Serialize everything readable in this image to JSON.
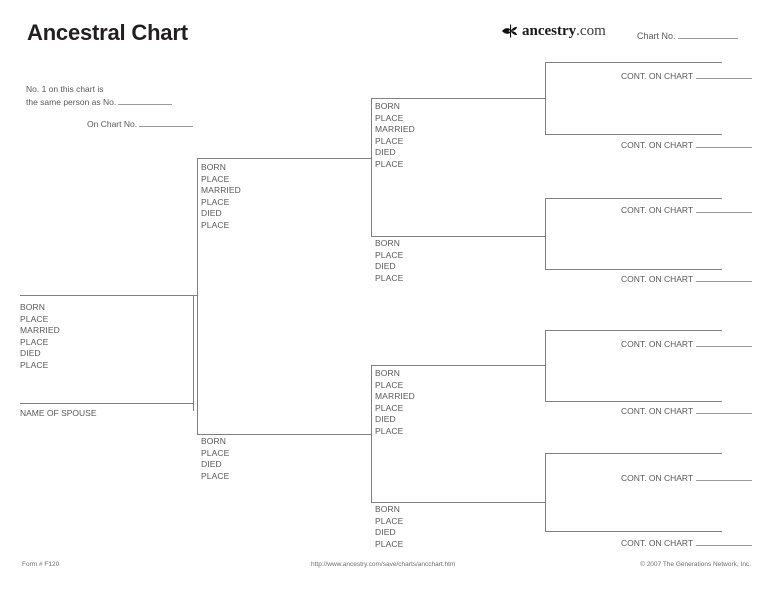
{
  "page": {
    "title": "Ancestral Chart"
  },
  "logo": {
    "icon": "ancestry-leaf-icon",
    "bold_part": "ancestry",
    "light_part": ".com"
  },
  "header": {
    "chart_no_label": "Chart No."
  },
  "note": {
    "line1": "No. 1 on this chart is",
    "line2": "the same person as No.",
    "line3": "On Chart No."
  },
  "fields": {
    "full": [
      "BORN",
      "PLACE",
      "MARRIED",
      "PLACE",
      "DIED",
      "PLACE"
    ],
    "short": [
      "BORN",
      "PLACE",
      "DIED",
      "PLACE"
    ],
    "born": "BORN",
    "place": "PLACE",
    "married": "MARRIED",
    "died": "DIED",
    "spouse": "NAME OF SPOUSE"
  },
  "cont_label": "CONT. ON CHART",
  "persons": {
    "root": {
      "id": "1",
      "fields": [
        "BORN",
        "PLACE",
        "MARRIED",
        "PLACE",
        "DIED",
        "PLACE"
      ],
      "spouse_label": "NAME OF SPOUSE"
    },
    "gen2": [
      {
        "id": "2",
        "role": "father",
        "fields": [
          "BORN",
          "PLACE",
          "MARRIED",
          "PLACE",
          "DIED",
          "PLACE"
        ]
      },
      {
        "id": "3",
        "role": "mother",
        "fields": [
          "BORN",
          "PLACE",
          "DIED",
          "PLACE"
        ]
      }
    ],
    "gen3": [
      {
        "id": "4",
        "role": "grandfather",
        "fields": [
          "BORN",
          "PLACE",
          "MARRIED",
          "PLACE",
          "DIED",
          "PLACE"
        ]
      },
      {
        "id": "5",
        "role": "grandmother",
        "fields": [
          "BORN",
          "PLACE",
          "DIED",
          "PLACE"
        ]
      },
      {
        "id": "6",
        "role": "grandfather",
        "fields": [
          "BORN",
          "PLACE",
          "MARRIED",
          "PLACE",
          "DIED",
          "PLACE"
        ]
      },
      {
        "id": "7",
        "role": "grandmother",
        "fields": [
          "BORN",
          "PLACE",
          "DIED",
          "PLACE"
        ]
      }
    ],
    "gen4": [
      {
        "id": "8",
        "cont": "CONT. ON CHART"
      },
      {
        "id": "9",
        "cont": "CONT. ON CHART"
      },
      {
        "id": "10",
        "cont": "CONT. ON CHART"
      },
      {
        "id": "11",
        "cont": "CONT. ON CHART"
      },
      {
        "id": "12",
        "cont": "CONT. ON CHART"
      },
      {
        "id": "13",
        "cont": "CONT. ON CHART"
      },
      {
        "id": "14",
        "cont": "CONT. ON CHART"
      },
      {
        "id": "15",
        "cont": "CONT. ON CHART"
      }
    ]
  },
  "footer": {
    "form_no": "Form # F120",
    "url": "http://www.ancestry.com/save/charts/ancchart.htm",
    "copyright": "© 2007 The Generations Network, Inc."
  },
  "colors": {
    "rule": "#808080",
    "fill_rule": "#9a9a9a",
    "text": "#595959",
    "title": "#231f20",
    "background": "#ffffff"
  }
}
